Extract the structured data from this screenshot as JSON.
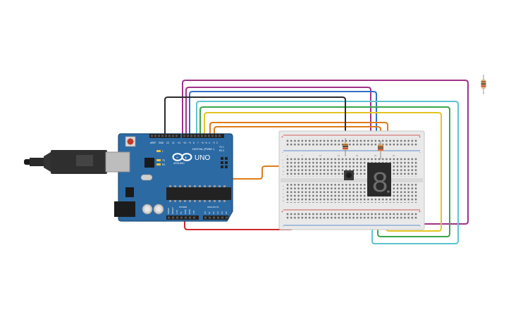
{
  "arduino": {
    "brand": "ARDUINO",
    "model": "UNO",
    "digital_label": "DIGITAL (PWM~)",
    "power_label": "POWER",
    "analog_label": "ANALOG IN",
    "tx_label": "TX",
    "rx_label": "RX",
    "l_label": "L",
    "aref_label": "AREF",
    "gnd_label": "GND",
    "pin13": "13",
    "pin12": "12",
    "pin11": "~11",
    "pin10": "~10",
    "pin9": "~9",
    "pin8": "8",
    "pin7": "7",
    "pin6": "~6",
    "pin5": "~5",
    "pin4": "4",
    "pin3": "~3",
    "pin2": "2",
    "pin1": "TX 1",
    "pin0": "RX 0",
    "p_ioref": "IOREF",
    "p_reset": "RESET",
    "p_3v3": "3.3V",
    "p_5v": "5V",
    "p_gnd1": "GND",
    "p_gnd2": "GND",
    "p_vin": "VIN",
    "a0": "A0",
    "a1": "A1",
    "a2": "A2",
    "a3": "A3",
    "a4": "A4",
    "a5": "A5"
  },
  "breadboard": {
    "plus": "+",
    "minus": "-",
    "cols": [
      "1",
      "5",
      "10",
      "15",
      "20",
      "25",
      "30"
    ],
    "rows_top": [
      "j",
      "i",
      "h",
      "g",
      "f"
    ],
    "rows_bottom": [
      "e",
      "d",
      "c",
      "b",
      "a"
    ]
  },
  "display": {
    "digit": "8"
  },
  "colors": {
    "board": "#2c6aa4",
    "board_edge": "#1f4f7e",
    "breadboard": "#e9e9e9",
    "wire_purple": "#a0318a",
    "wire_blue": "#2f6fc8",
    "wire_teal": "#5cc4d0",
    "wire_green": "#3aa64a",
    "wire_yellow": "#e4c521",
    "wire_orange": "#e07b17",
    "wire_black": "#2b2b2b",
    "wire_red": "#cc2a2a"
  }
}
